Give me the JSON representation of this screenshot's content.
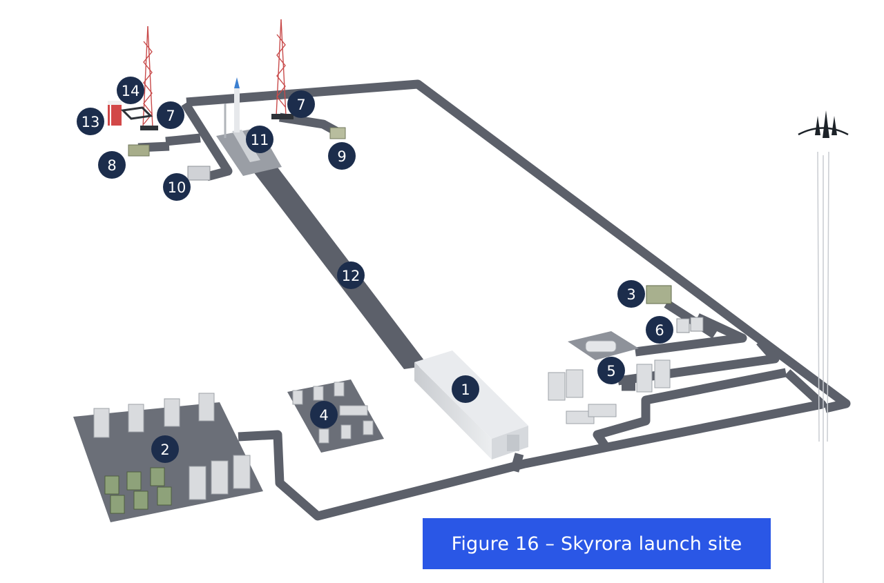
{
  "caption": "Figure 16 – Skyrora launch site",
  "colors": {
    "road": "#5c606a",
    "marker": "#1c2d4c",
    "caption_bg": "#2a57e6",
    "building": "#d8dadd",
    "tower": "#c84a4a"
  },
  "markers": [
    {
      "id": "hangar",
      "label": "1"
    },
    {
      "id": "storage-area",
      "label": "2"
    },
    {
      "id": "building-east",
      "label": "3"
    },
    {
      "id": "container-yard",
      "label": "4"
    },
    {
      "id": "facility-east",
      "label": "5"
    },
    {
      "id": "shed-east",
      "label": "6"
    },
    {
      "id": "tower-pad-west",
      "label": "7"
    },
    {
      "id": "tower-pad-east",
      "label": "7"
    },
    {
      "id": "building-west",
      "label": "8"
    },
    {
      "id": "unit-north",
      "label": "9"
    },
    {
      "id": "equipment-west",
      "label": "10"
    },
    {
      "id": "launch-pad",
      "label": "11"
    },
    {
      "id": "transport-road",
      "label": "12"
    },
    {
      "id": "water-tank",
      "label": "13"
    },
    {
      "id": "landing-pad",
      "label": "14"
    }
  ]
}
